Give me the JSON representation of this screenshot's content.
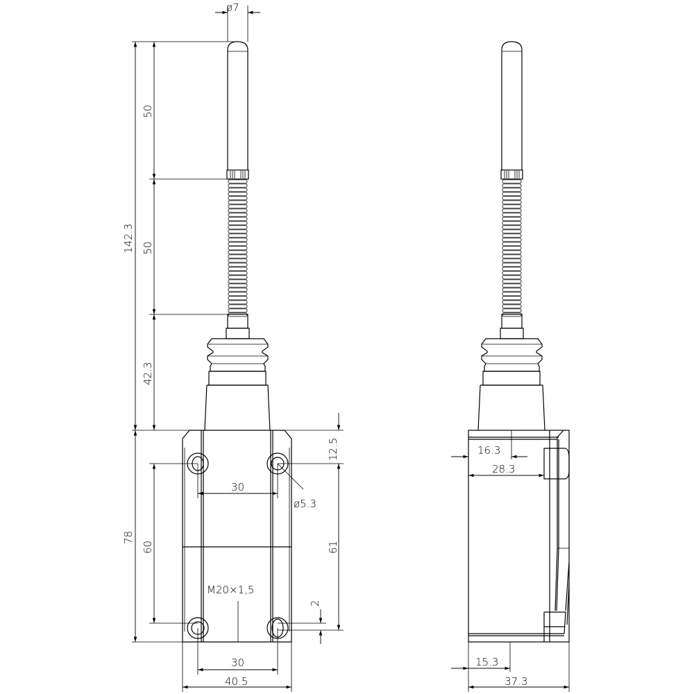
{
  "front_view": {
    "dims": {
      "rod_diameter": "ø7",
      "total_height": "142.3",
      "upper_rod": "50",
      "spring": "50",
      "lower": "42.3",
      "body_height": "78",
      "hole_vertical": "60",
      "hole_spacing_top": "30",
      "hole_diameter": "ø5.3",
      "top_offset": "12.5",
      "hole_vertical_right": "61",
      "slot": "2",
      "thread": "M20×1,5",
      "hole_spacing_bottom": "30",
      "width": "40.5"
    }
  },
  "side_view": {
    "dims": {
      "offset_a": "16.3",
      "offset_b": "28.3",
      "conduit_offset": "15.3",
      "depth": "37.3"
    }
  },
  "colors": {
    "line": "#000000",
    "background": "#ffffff"
  }
}
